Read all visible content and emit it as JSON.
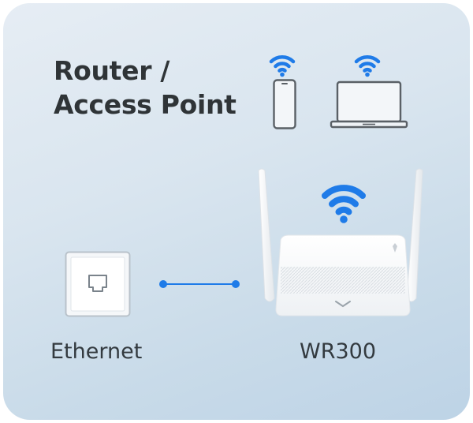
{
  "title": {
    "line1": "Router /",
    "line2": "Access Point"
  },
  "devices": {
    "phone": {
      "icon": "smartphone-icon",
      "signal": "wifi-icon"
    },
    "laptop": {
      "icon": "laptop-icon",
      "signal": "wifi-icon"
    }
  },
  "ethernet": {
    "label": "Ethernet",
    "icon": "ethernet-port-icon"
  },
  "router": {
    "label": "WR300",
    "icon": "router-icon",
    "signal": "wifi-icon"
  },
  "colors": {
    "wifi_blue": "#1f7be8",
    "link_blue": "#1f7be8",
    "text": "#2f3437",
    "device_stroke": "#5a6066"
  }
}
